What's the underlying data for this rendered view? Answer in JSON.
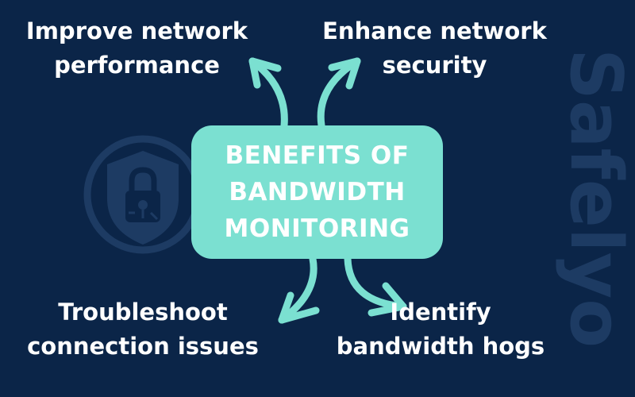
{
  "title": {
    "lines": [
      "BENEFITS OF",
      "BANDWIDTH",
      "MONITORING"
    ]
  },
  "benefits": [
    {
      "position": "top-left",
      "lines": [
        "Improve network",
        "performance"
      ]
    },
    {
      "position": "top-right",
      "lines": [
        "Enhance network",
        "security"
      ]
    },
    {
      "position": "bottom-left",
      "lines": [
        "Troubleshoot",
        "connection issues"
      ]
    },
    {
      "position": "bottom-right",
      "lines": [
        "Identify",
        "bandwidth hogs"
      ]
    }
  ],
  "watermark": {
    "brand": "Safelyo",
    "icon": "shield-lock-icon"
  },
  "colors": {
    "background": "#0b2548",
    "accent": "#7be0d1",
    "text": "#ffffff",
    "watermark": "#1d3b63"
  }
}
